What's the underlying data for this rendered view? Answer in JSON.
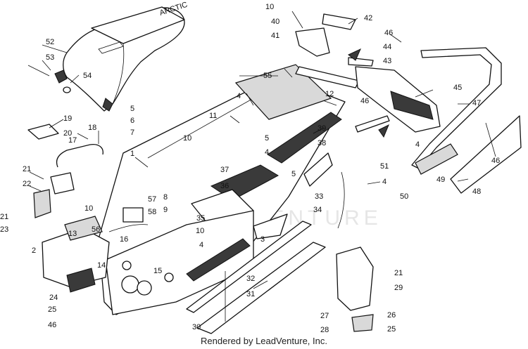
{
  "diagram": {
    "watermark": "LEADVENTURE",
    "footer": "Rendered by LeadVenture, Inc.",
    "callouts": [
      {
        "id": "c1",
        "text": "1"
      },
      {
        "id": "c2",
        "text": "2"
      },
      {
        "id": "c3",
        "text": "3"
      },
      {
        "id": "c4a",
        "text": "4"
      },
      {
        "id": "c4b",
        "text": "4"
      },
      {
        "id": "c4c",
        "text": "4"
      },
      {
        "id": "c4d",
        "text": "4"
      },
      {
        "id": "c4e",
        "text": "4"
      },
      {
        "id": "c5a",
        "text": "5"
      },
      {
        "id": "c5b",
        "text": "5"
      },
      {
        "id": "c5c",
        "text": "5"
      },
      {
        "id": "c6",
        "text": "6"
      },
      {
        "id": "c7",
        "text": "7"
      },
      {
        "id": "c8",
        "text": "8"
      },
      {
        "id": "c9",
        "text": "9"
      },
      {
        "id": "c10a",
        "text": "10"
      },
      {
        "id": "c10b",
        "text": "10"
      },
      {
        "id": "c10c",
        "text": "10"
      },
      {
        "id": "c10d",
        "text": "10"
      },
      {
        "id": "c11",
        "text": "11"
      },
      {
        "id": "c12",
        "text": "12"
      },
      {
        "id": "c13",
        "text": "13"
      },
      {
        "id": "c14",
        "text": "14"
      },
      {
        "id": "c15",
        "text": "15"
      },
      {
        "id": "c16",
        "text": "16"
      },
      {
        "id": "c17",
        "text": "17"
      },
      {
        "id": "c18",
        "text": "18"
      },
      {
        "id": "c19",
        "text": "19"
      },
      {
        "id": "c20",
        "text": "20"
      },
      {
        "id": "c21a",
        "text": "21"
      },
      {
        "id": "c21b",
        "text": "21"
      },
      {
        "id": "c21c",
        "text": "21"
      },
      {
        "id": "c22",
        "text": "22"
      },
      {
        "id": "c23",
        "text": "23"
      },
      {
        "id": "c24",
        "text": "24"
      },
      {
        "id": "c25a",
        "text": "25"
      },
      {
        "id": "c25b",
        "text": "25"
      },
      {
        "id": "c26",
        "text": "26"
      },
      {
        "id": "c27",
        "text": "27"
      },
      {
        "id": "c28",
        "text": "28"
      },
      {
        "id": "c29",
        "text": "29"
      },
      {
        "id": "c30",
        "text": "30"
      },
      {
        "id": "c31",
        "text": "31"
      },
      {
        "id": "c32",
        "text": "32"
      },
      {
        "id": "c33",
        "text": "33"
      },
      {
        "id": "c34",
        "text": "34"
      },
      {
        "id": "c35",
        "text": "35"
      },
      {
        "id": "c36",
        "text": "36"
      },
      {
        "id": "c37",
        "text": "37"
      },
      {
        "id": "c38",
        "text": "38"
      },
      {
        "id": "c39",
        "text": "39"
      },
      {
        "id": "c40",
        "text": "40"
      },
      {
        "id": "c41",
        "text": "41"
      },
      {
        "id": "c42",
        "text": "42"
      },
      {
        "id": "c43",
        "text": "43"
      },
      {
        "id": "c44",
        "text": "44"
      },
      {
        "id": "c45",
        "text": "45"
      },
      {
        "id": "c46a",
        "text": "46"
      },
      {
        "id": "c46b",
        "text": "46"
      },
      {
        "id": "c46c",
        "text": "46"
      },
      {
        "id": "c46d",
        "text": "46"
      },
      {
        "id": "c47",
        "text": "47"
      },
      {
        "id": "c48",
        "text": "48"
      },
      {
        "id": "c49",
        "text": "49"
      },
      {
        "id": "c50",
        "text": "50"
      },
      {
        "id": "c51",
        "text": "51"
      },
      {
        "id": "c52",
        "text": "52"
      },
      {
        "id": "c53",
        "text": "53"
      },
      {
        "id": "c54",
        "text": "54"
      },
      {
        "id": "c55",
        "text": "55"
      },
      {
        "id": "c56",
        "text": "56"
      },
      {
        "id": "c57",
        "text": "57"
      },
      {
        "id": "c58",
        "text": "58"
      }
    ]
  }
}
